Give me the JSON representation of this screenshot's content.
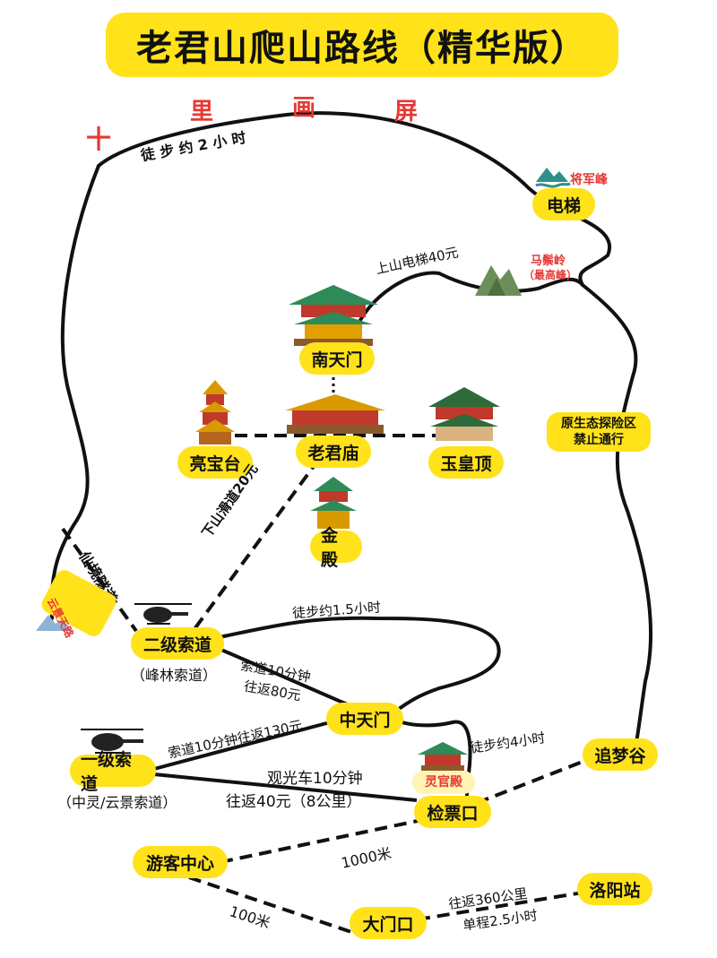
{
  "title": "老君山爬山路线（精华版）",
  "top_arc": {
    "plus": "十",
    "chars": [
      "里",
      "画",
      "屏"
    ]
  },
  "routes": {
    "walk_2h": "徒 步 约 2 小 时",
    "lift_up": "上山电梯40元",
    "slide_down": "下山滑道20元",
    "tunnel": "仙境隧道",
    "walk_1_5h": "徒步约1.5小时",
    "cable_10min": "索道10分钟",
    "cable_10min_rt": "往返80元",
    "cable_130": "索道10分钟往返130元",
    "bus_line1": "观光车10分钟",
    "bus_line2": "往返40元（8公里）",
    "walk_4h": "徒步约4小时",
    "m1000": "1000米",
    "m100": "100米",
    "rt_360": "往返360公里",
    "oneway": "单程2.5小时"
  },
  "places": {
    "jiangjunfeng": "将军峰",
    "elevator": "电梯",
    "maziling": "马鬃岭",
    "maziling_sub": "（最高峰）",
    "nantianmen": "南天门",
    "laojunmiao": "老君庙",
    "liangbaotai": "亮宝台",
    "yuhuangding": "玉皇顶",
    "jindian": "金殿",
    "eco_line1": "原生态探险区",
    "eco_line2": "禁止通行",
    "erji": "二级索道",
    "erji_sub": "（峰林索道）",
    "zhongtianmen": "中天门",
    "yiji": "一级索道",
    "yiji_sub": "（中灵/云景索道）",
    "lingguandian": "灵官殿",
    "zhuimenggu": "追梦谷",
    "jianpiaokou": "检票口",
    "youkezhongxin": "游客中心",
    "damenkou": "大门口",
    "luoyangzhan": "洛阳站",
    "yunjing_tag": "云景天路"
  },
  "colors": {
    "accent": "#ffe21a",
    "label_red": "#e53935",
    "path": "#111111"
  }
}
